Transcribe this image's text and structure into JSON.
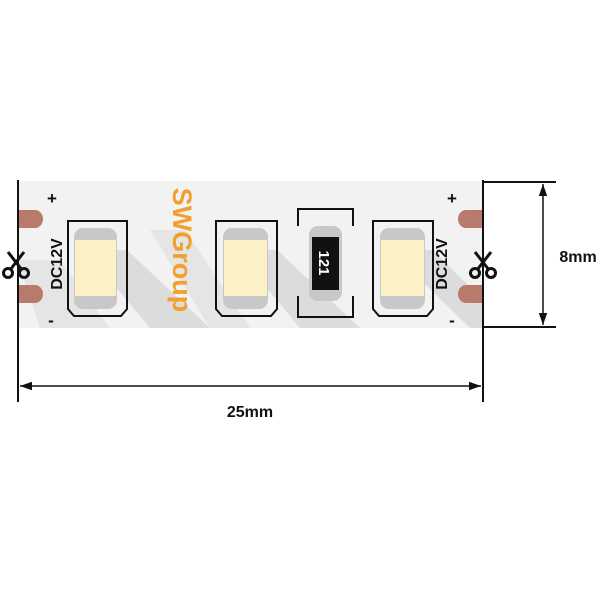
{
  "diagram": {
    "width_label": "25mm",
    "height_label": "8mm",
    "voltage_label": "DC12V",
    "plus_sign": "+",
    "minus_sign": "-",
    "brand": "SWGroup",
    "resistor_code": "121",
    "colors": {
      "strip": "#f2f2f2",
      "shadow": "#dcdcdc",
      "pad": "#b87a6a",
      "led": "#fbf0c6",
      "brand": "#f0a030",
      "line": "#111111"
    },
    "icons": [
      "scissors-icon",
      "scissors-icon"
    ]
  }
}
